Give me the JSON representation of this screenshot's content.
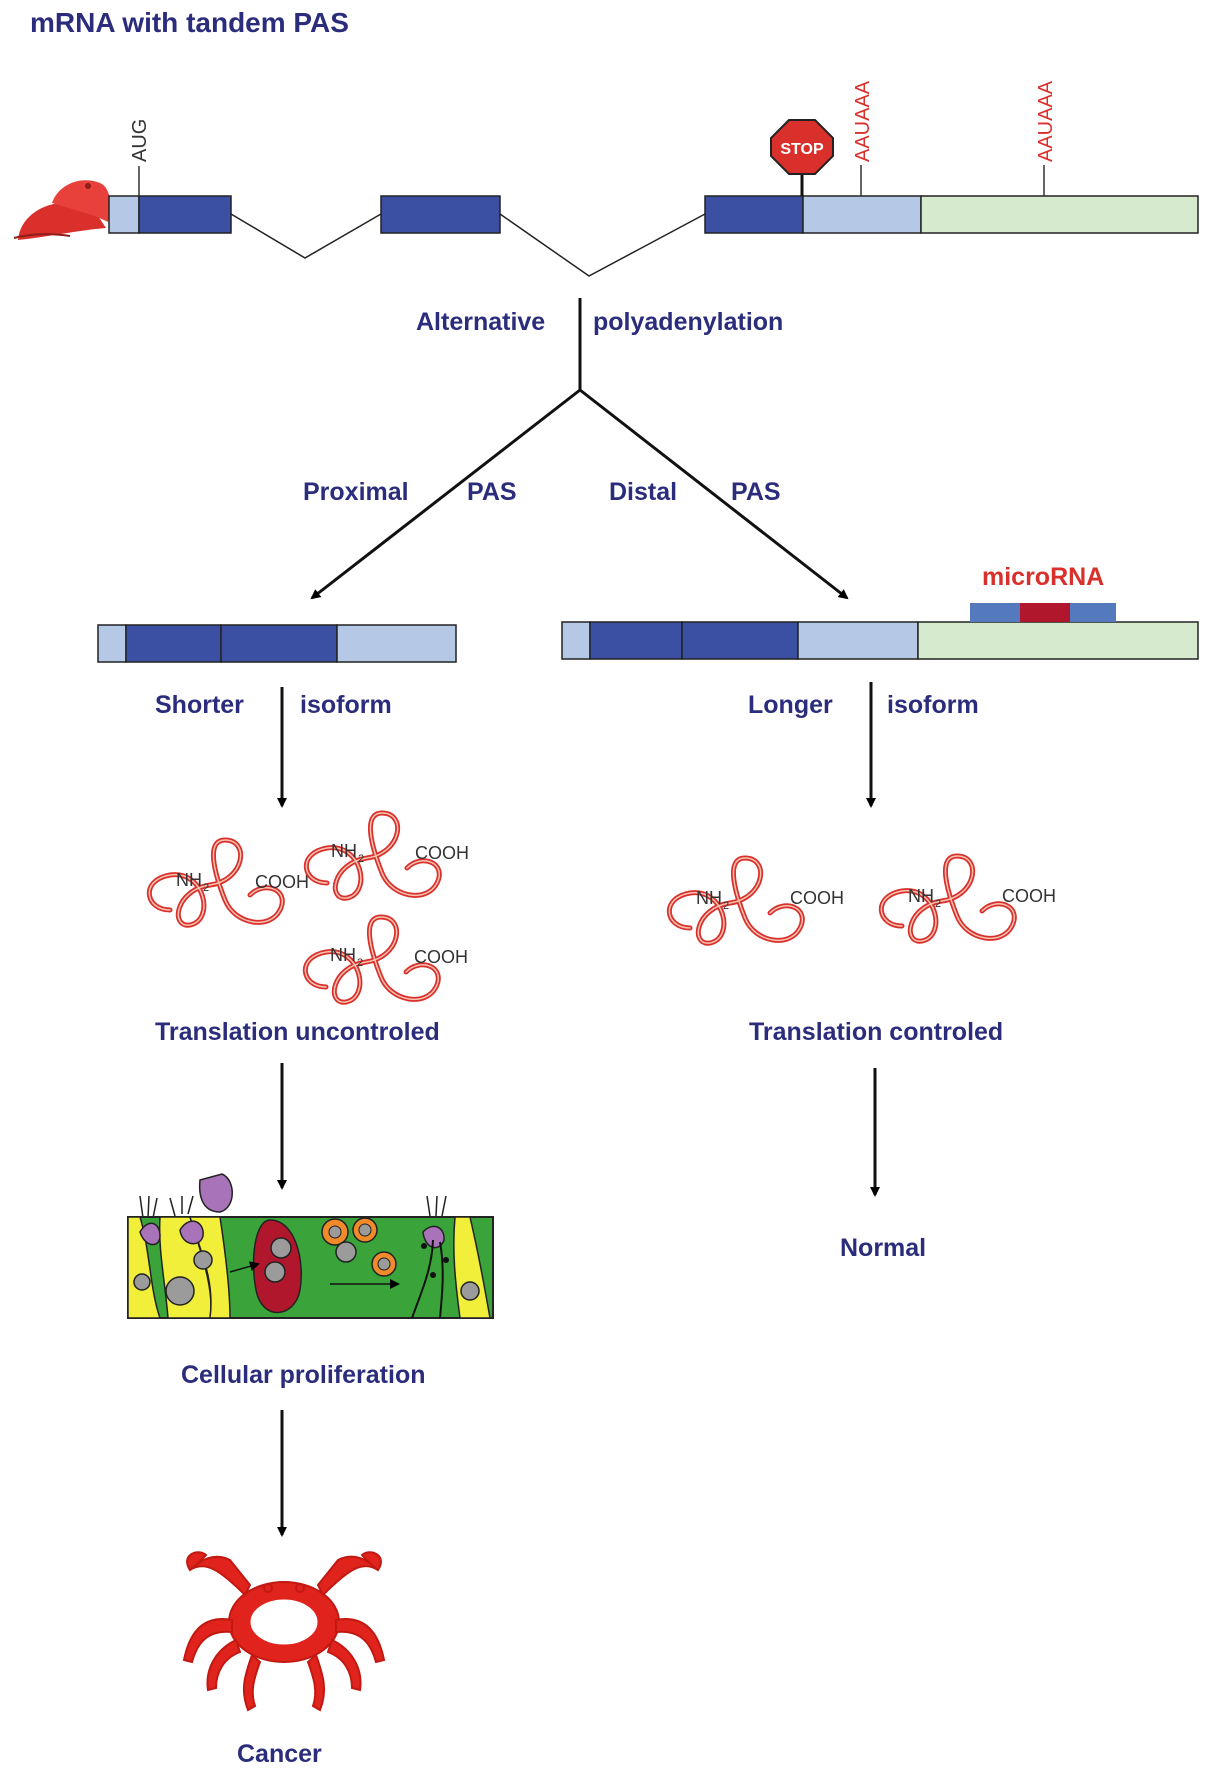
{
  "title": "mRNA with tandem PAS",
  "labels": {
    "aug": "AUG",
    "stop": "STOP",
    "pas1": "AAUAAA",
    "pas2": "AAUAAA",
    "apa_left": "Alternative",
    "apa_right": "polyadenylation",
    "proximal": "Proximal",
    "proximal_pas": "PAS",
    "distal": "Distal",
    "distal_pas": "PAS",
    "microrna": "microRNA",
    "shorter": "Shorter",
    "shorter_iso": "isoform",
    "longer": "Longer",
    "longer_iso": "isoform",
    "nh2": "NH",
    "nh2_sub": "2",
    "cooh": "COOH",
    "trans_unc": "Translation uncontroled",
    "trans_con": "Translation controled",
    "prolif": "Cellular proliferation",
    "normal": "Normal",
    "cancer": "Cancer"
  },
  "colors": {
    "navy_text": "#2b2d7c",
    "red_text": "#d9302c",
    "exon_dark": "#3b4fa3",
    "utr_light": "#b5c9e6",
    "utr_green": "#d6eace",
    "protein_red": "#d9302c",
    "tissue_green": "#3aa43a",
    "cell_yellow": "#f2ef3a",
    "cell_red": "#b0172d",
    "cell_purple": "#a873b8"
  },
  "icons": [
    "cap-icon",
    "stop-sign-icon",
    "protein-icon",
    "tissue-icon",
    "crab-icon"
  ]
}
